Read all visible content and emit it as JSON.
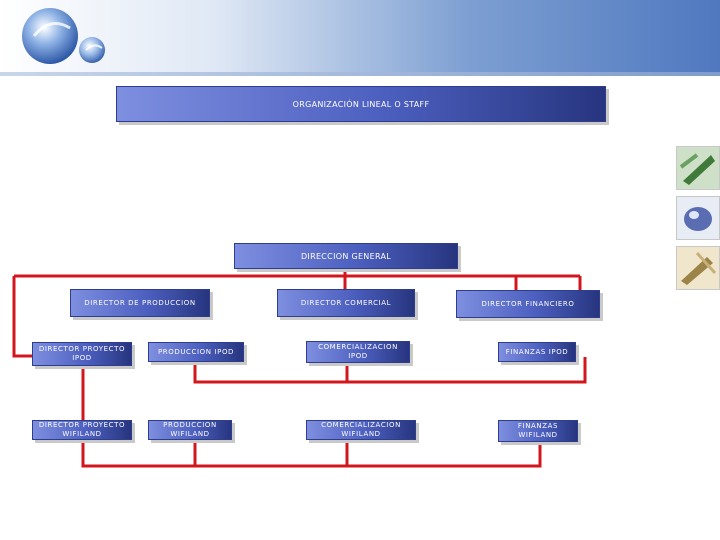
{
  "title": "ORGANIZACIÓN LINEAL O STAFF",
  "general": "DIRECCION GENERAL",
  "directors": [
    "DIRECTOR DE PRODUCCION",
    "DIRECTOR COMERCIAL",
    "DIRECTOR FINANCIERO"
  ],
  "row_ipod": [
    "DIRECTOR PROYECTO IPOD",
    "PRODUCCION IPOD",
    "COMERCIALIZACION IPOD",
    "FINANZAS IPOD"
  ],
  "row_wifiland": [
    "DIRECTOR PROYECTO WIFILAND",
    "PRODUCCION WIFILAND",
    "COMERCIALIZACION WIFILAND",
    "FINANZAS WIFILAND"
  ],
  "colors": {
    "connector": "#d2161e",
    "box_light": "#7e8fe0",
    "box_dark": "#27357f"
  }
}
